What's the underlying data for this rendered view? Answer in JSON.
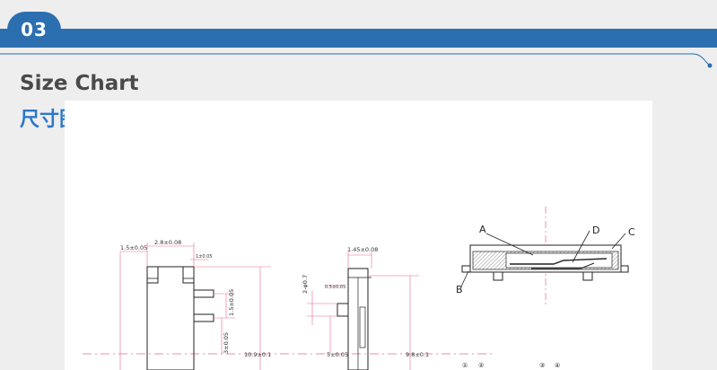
{
  "section": {
    "number": "03"
  },
  "heading": {
    "english": "Size Chart",
    "chinese": "尺寸图"
  },
  "drawing": {
    "front_view": {
      "dim_1_5": "1.5±0.05",
      "dim_2_8": "2.8±0.08",
      "dim_1": "1±0.05",
      "dim_1_5_vertical": "1.5±0.05",
      "dim_3": "3±0.05",
      "dim_10_9": "10.9±0.1"
    },
    "side_view": {
      "dim_1_45": "1.45±0.08",
      "dim_2_phi": "2-φ0.7",
      "dim_0_5": "0.5±0.05",
      "dim_5": "5±0.05",
      "dim_9_8": "9.8±0.1"
    },
    "section_view": {
      "label_a": "A",
      "label_b": "B",
      "label_c": "C",
      "label_d": "D"
    },
    "pin_numbers": [
      "①",
      "②",
      "③",
      "④"
    ]
  },
  "colors": {
    "banner": "#2c6fb0",
    "chinese_title": "#2b78c6",
    "dimension_lines": "#e86a8e"
  }
}
